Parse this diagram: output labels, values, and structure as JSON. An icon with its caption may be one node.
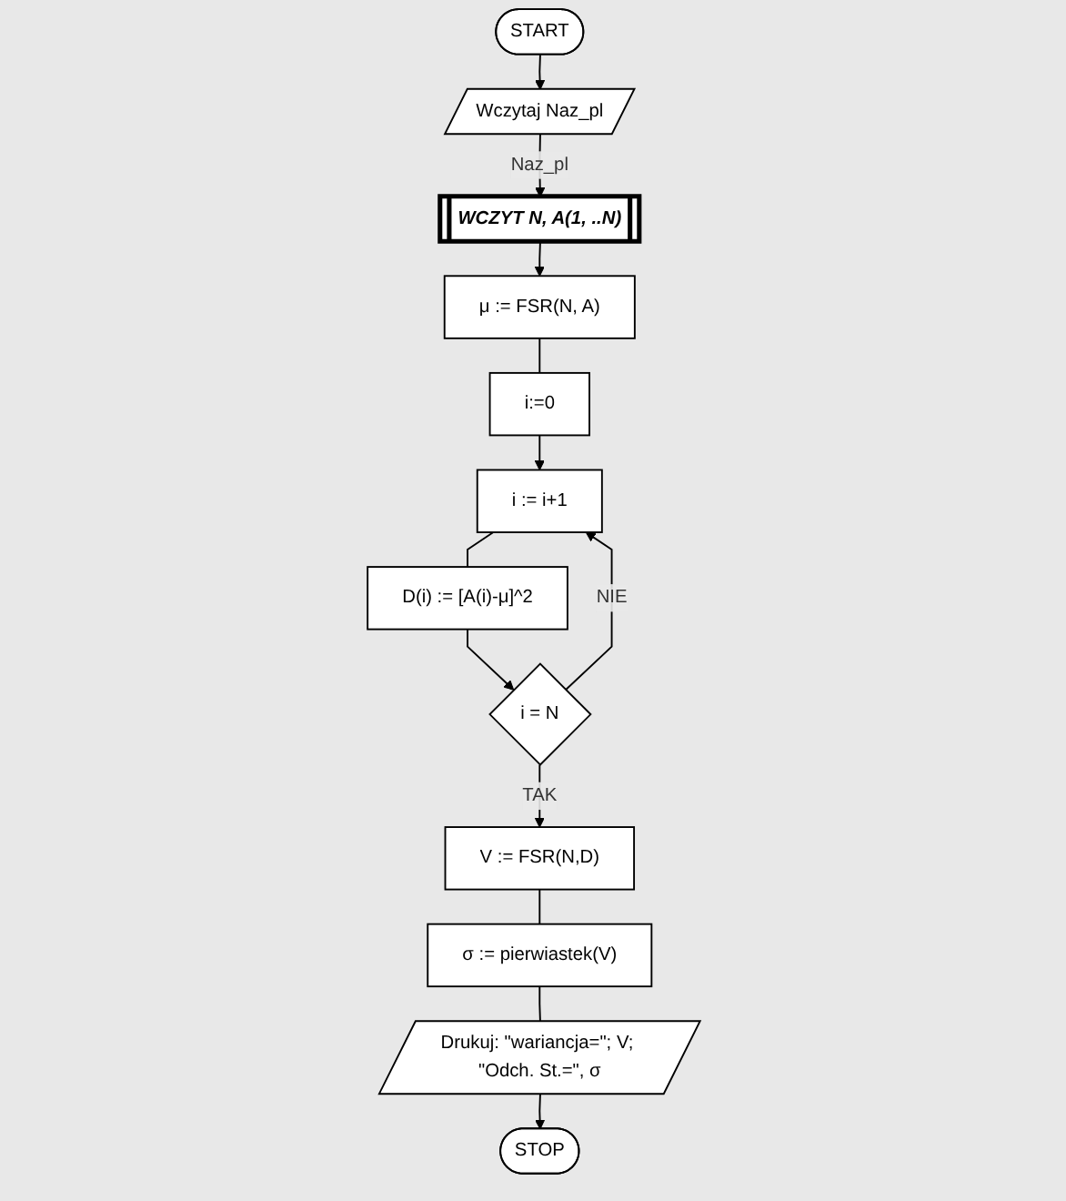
{
  "diagram": {
    "nodes": [
      {
        "text": [
          "START"
        ]
      },
      {
        "text": [
          "Wczytaj Naz_pl"
        ]
      },
      {
        "text": [
          "WCZYT N, A(1, ..N)"
        ]
      },
      {
        "text": [
          "μ := FSR(N, A)"
        ]
      },
      {
        "text": [
          "i:=0"
        ]
      },
      {
        "text": [
          "i := i+1"
        ]
      },
      {
        "text": [
          "D(i) := [A(i)-μ]^2"
        ]
      },
      {
        "text": [
          "i = N"
        ]
      },
      {
        "text": [
          "V := FSR(N,D)"
        ]
      },
      {
        "text": [
          "σ := pierwiastek(V)"
        ]
      },
      {
        "text": [
          "Drukuj: \"wariancja=\"; V; \"Odch. St.=\", σ"
        ]
      },
      {
        "text": [
          "STOP"
        ]
      }
    ],
    "edges": [
      {
        "from": 0,
        "to": 1,
        "arrow": "to"
      },
      {
        "from": 1,
        "to": 2,
        "arrow": "to",
        "label": "Naz_pl"
      },
      {
        "from": 2,
        "to": 3,
        "arrow": "to"
      },
      {
        "from": 3,
        "to": 4,
        "arrow": "none"
      },
      {
        "from": 4,
        "to": 5,
        "arrow": "to"
      },
      {
        "from": 5,
        "to": 6,
        "arrow": "none"
      },
      {
        "from": 6,
        "to": 7,
        "arrow": "to"
      },
      {
        "from": 7,
        "to": 5,
        "arrow": "to",
        "label": "NIE"
      },
      {
        "from": 7,
        "to": 8,
        "arrow": "to",
        "label": "TAK"
      },
      {
        "from": 8,
        "to": 9,
        "arrow": "none"
      },
      {
        "from": 9,
        "to": 10,
        "arrow": "none"
      },
      {
        "from": 10,
        "to": 11,
        "arrow": "to"
      }
    ]
  }
}
